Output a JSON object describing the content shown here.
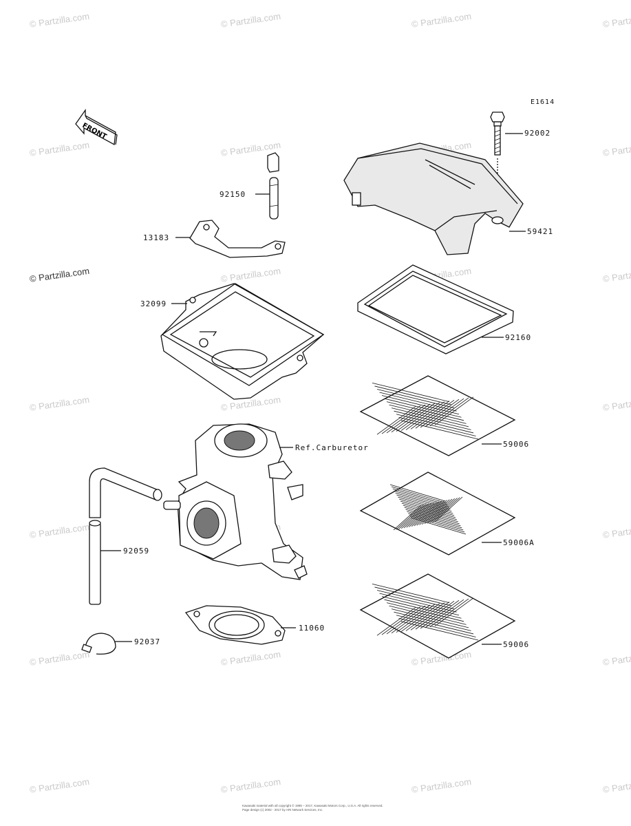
{
  "watermark": "© Partzilla.com",
  "diagram_code": "E1614",
  "front_label": "FRONT",
  "footer": {
    "line1": "Kawasaki material with all copyright © 1995 – 2017, Kawasaki Motors Corp., U.S.A. All rights reserved.",
    "line2": "Page design (c) 2002 - 2017 by ARI Network Services, Inc."
  },
  "parts": {
    "p92002": "92002",
    "p59421": "59421",
    "p92150": "92150",
    "p13183": "13183",
    "p32099": "32099",
    "p92160": "92160",
    "p59006_top": "59006",
    "p59006A": "59006A",
    "p59006_bottom": "59006",
    "carburetor_ref": "Ref.Carburetor",
    "p92059": "92059",
    "p11060": "11060",
    "p92037": "92037"
  }
}
